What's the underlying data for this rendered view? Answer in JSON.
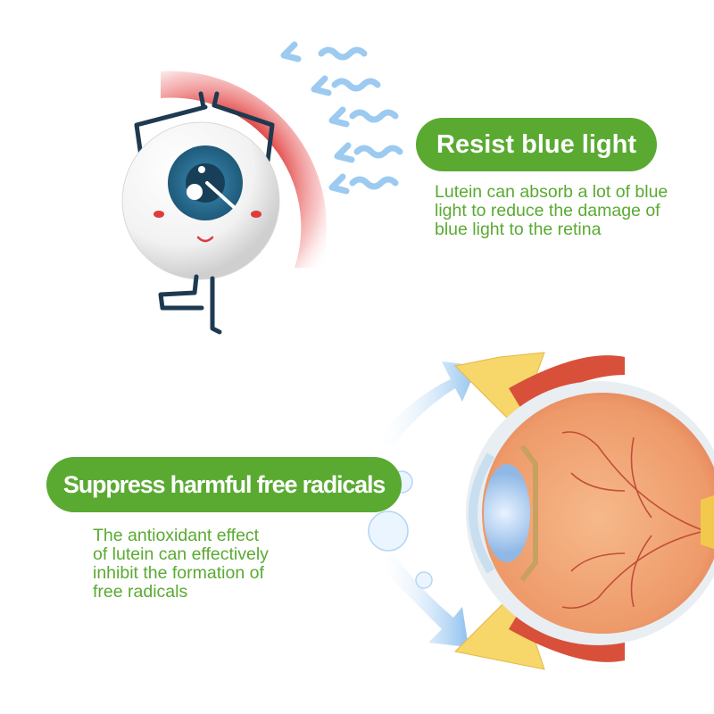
{
  "section_blue_light": {
    "title": "Resist blue light",
    "description_lines": [
      "Lutein can absorb a lot of blue",
      "light to reduce the damage of",
      "blue light to the retina"
    ]
  },
  "section_free_radicals": {
    "title": "Suppress harmful free radicals",
    "description_lines": [
      "The antioxidant effect",
      "of lutein can effectively",
      "inhibit the formation of",
      "free radicals"
    ]
  },
  "colors": {
    "accent_green": "#5aaa32",
    "pupil_blue": "#1f5a7a",
    "glow_red": "#e03a3a",
    "light_blue": "#9ccaf0"
  }
}
